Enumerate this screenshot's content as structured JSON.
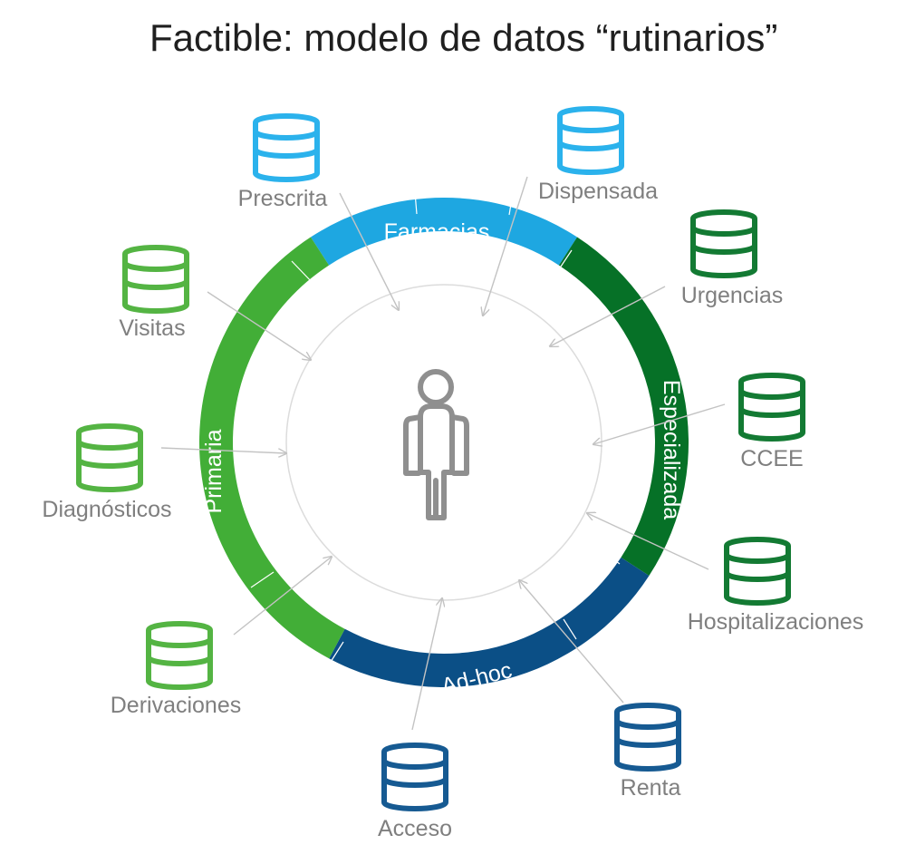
{
  "title": "Factible: modelo de datos “rutinarios”",
  "colors": {
    "farmacias": "#1ea7e1",
    "especializada": "#067127",
    "adhoc": "#0b4f86",
    "primaria": "#42ae37",
    "db_farmacias": "#2bb2ec",
    "db_especializada": "#137a33",
    "db_adhoc": "#165a92",
    "db_primaria": "#54b443",
    "arrow": "#c3c3c3",
    "inner_circle": "#dcdcdc",
    "person": "#8f8f8f"
  },
  "segments": {
    "farmacias": "Farmacias",
    "especializada": "Especializada",
    "adhoc": "Ad-hoc",
    "primaria": "Primaria"
  },
  "sources": {
    "prescrita": "Prescrita",
    "dispensada": "Dispensada",
    "urgencias": "Urgencias",
    "ccee": "CCEE",
    "hospitalizaciones": "Hospitalizaciones",
    "renta": "Renta",
    "acceso": "Acceso",
    "derivaciones": "Derivaciones",
    "diagnosticos": "Diagnósticos",
    "visitas": "Visitas"
  },
  "center_icon": "person-icon",
  "source_icon": "database-icon"
}
